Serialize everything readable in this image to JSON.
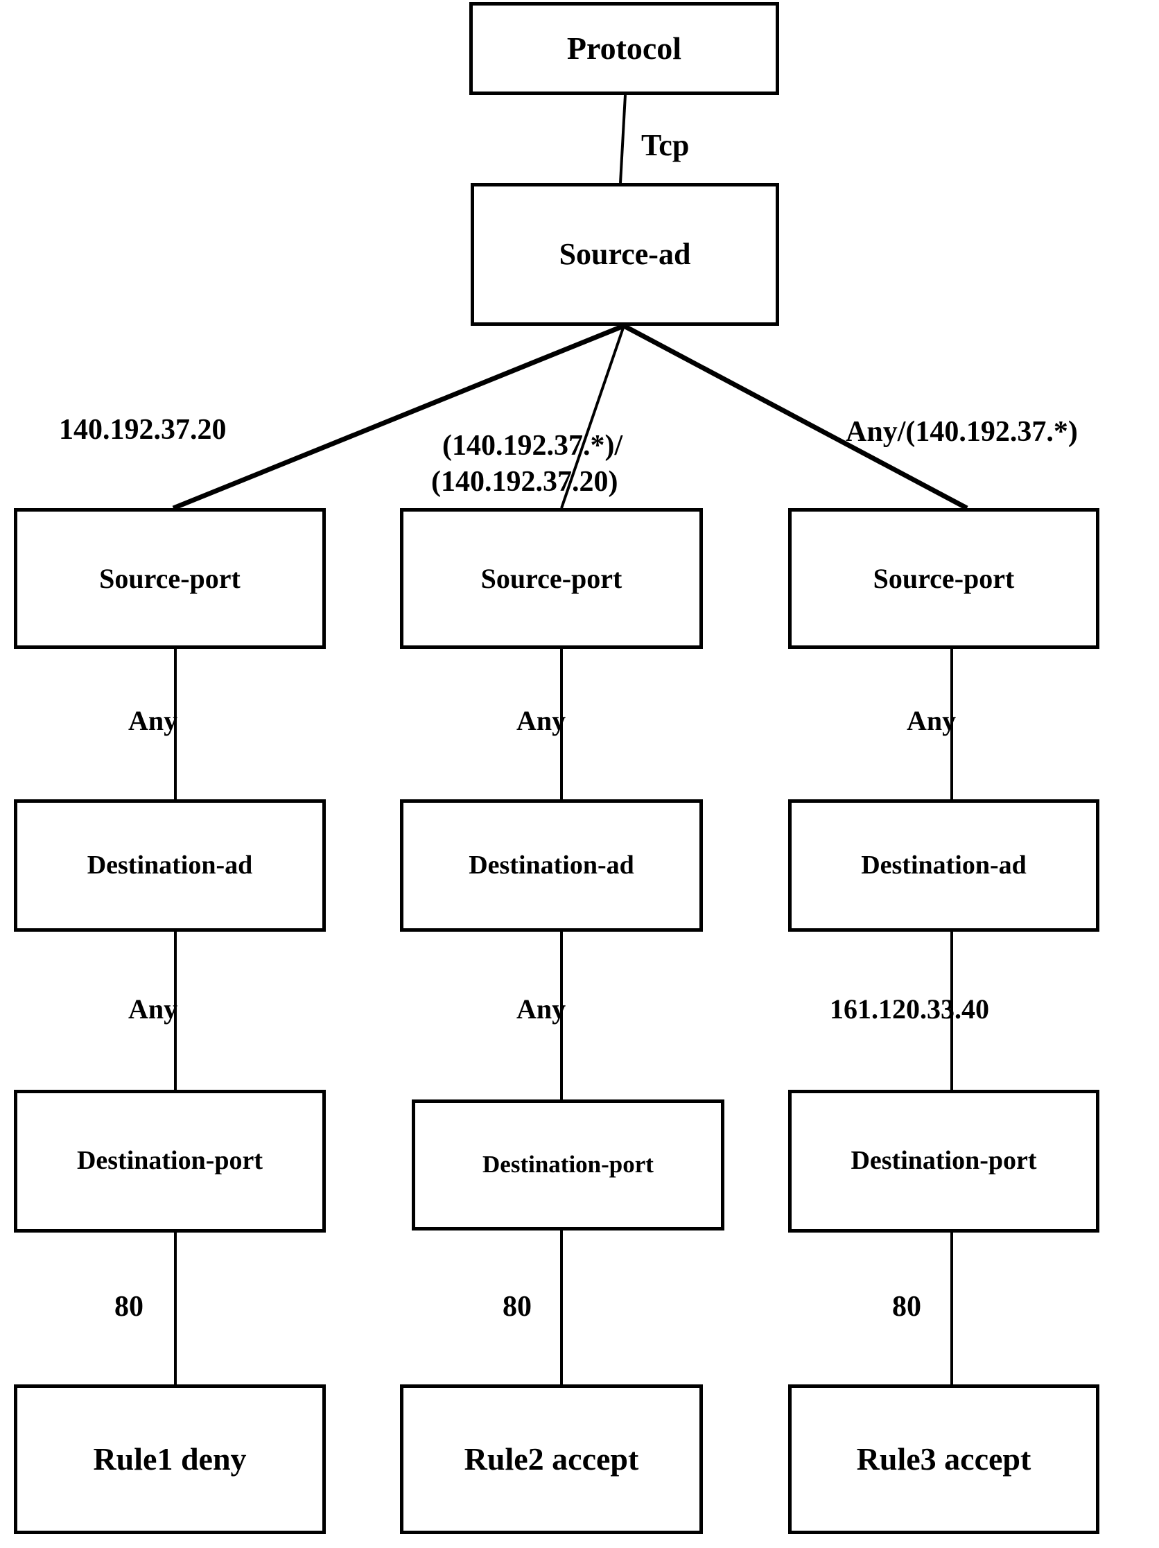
{
  "diagram": {
    "title": "Firewall rule decision tree",
    "background_color": "#ffffff",
    "line_color": "#000000",
    "nodes": {
      "protocol": {
        "label": "Protocol"
      },
      "source_ad": {
        "label": "Source-ad"
      },
      "col1": {
        "source_port": "Source-port",
        "destination_ad": "Destination-ad",
        "destination_port": "Destination-port",
        "rule": "Rule1 deny"
      },
      "col2": {
        "source_port": "Source-port",
        "destination_ad": "Destination-ad",
        "destination_port": "Destination-port",
        "rule": "Rule2 accept"
      },
      "col3": {
        "source_port": "Source-port",
        "destination_ad": "Destination-ad",
        "destination_port": "Destination-port",
        "rule": "Rule3 accept"
      }
    },
    "edge_labels": {
      "protocol_to_source_ad": "Tcp",
      "source_ad_to_col1": "140.192.37.20",
      "source_ad_to_col2_line1": "(140.192.37.*)/",
      "source_ad_to_col2_line2": "(140.192.37.20)",
      "source_ad_to_col3": "Any/(140.192.37.*)",
      "col1_sport_to_dad": "Any",
      "col2_sport_to_dad": "Any",
      "col3_sport_to_dad": "Any",
      "col1_dad_to_dport": "Any",
      "col2_dad_to_dport": "Any",
      "col3_dad_to_dport": "161.120.33.40",
      "col1_dport_to_rule": "80",
      "col2_dport_to_rule": "80",
      "col3_dport_to_rule": "80"
    }
  }
}
